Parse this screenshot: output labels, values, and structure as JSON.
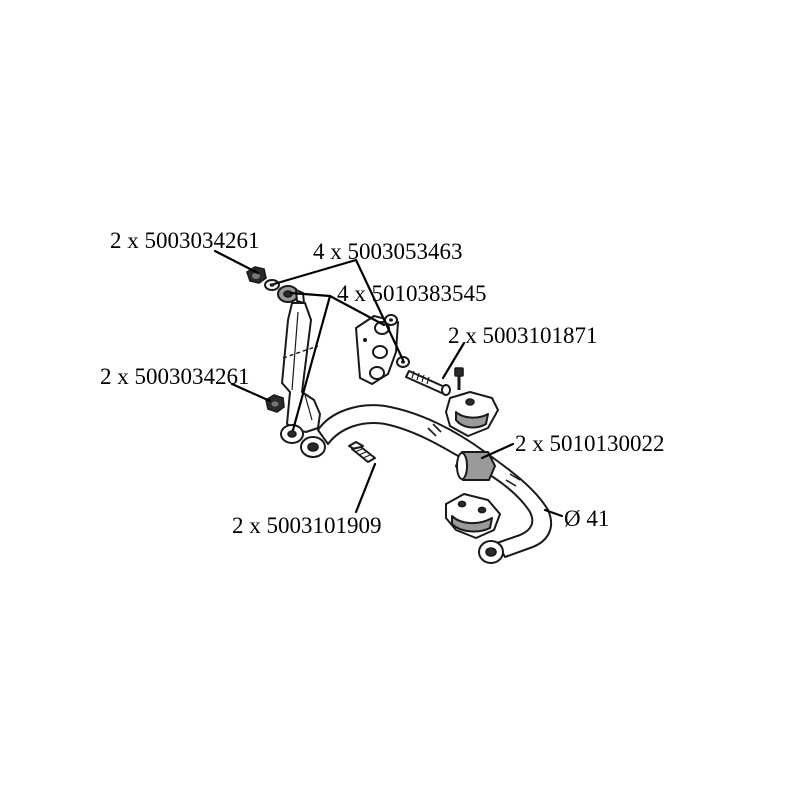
{
  "labels": {
    "nut_top": "2 x 5003034261",
    "washer": "4 x 5003053463",
    "bushing_link": "4 x 5010383545",
    "bolt_bracket": "2 x 5003101871",
    "nut_lower": "2 x 5003034261",
    "bushing_bar": "2 x 5010130022",
    "bolt_link": "2 x 5003101909",
    "diameter": "Ø 41"
  },
  "colors": {
    "ink": "#000000",
    "line_art": "#1a1a1a",
    "fill_dark": "#2a2a2a",
    "fill_mid": "#9a9a9a",
    "background": "#ffffff"
  }
}
